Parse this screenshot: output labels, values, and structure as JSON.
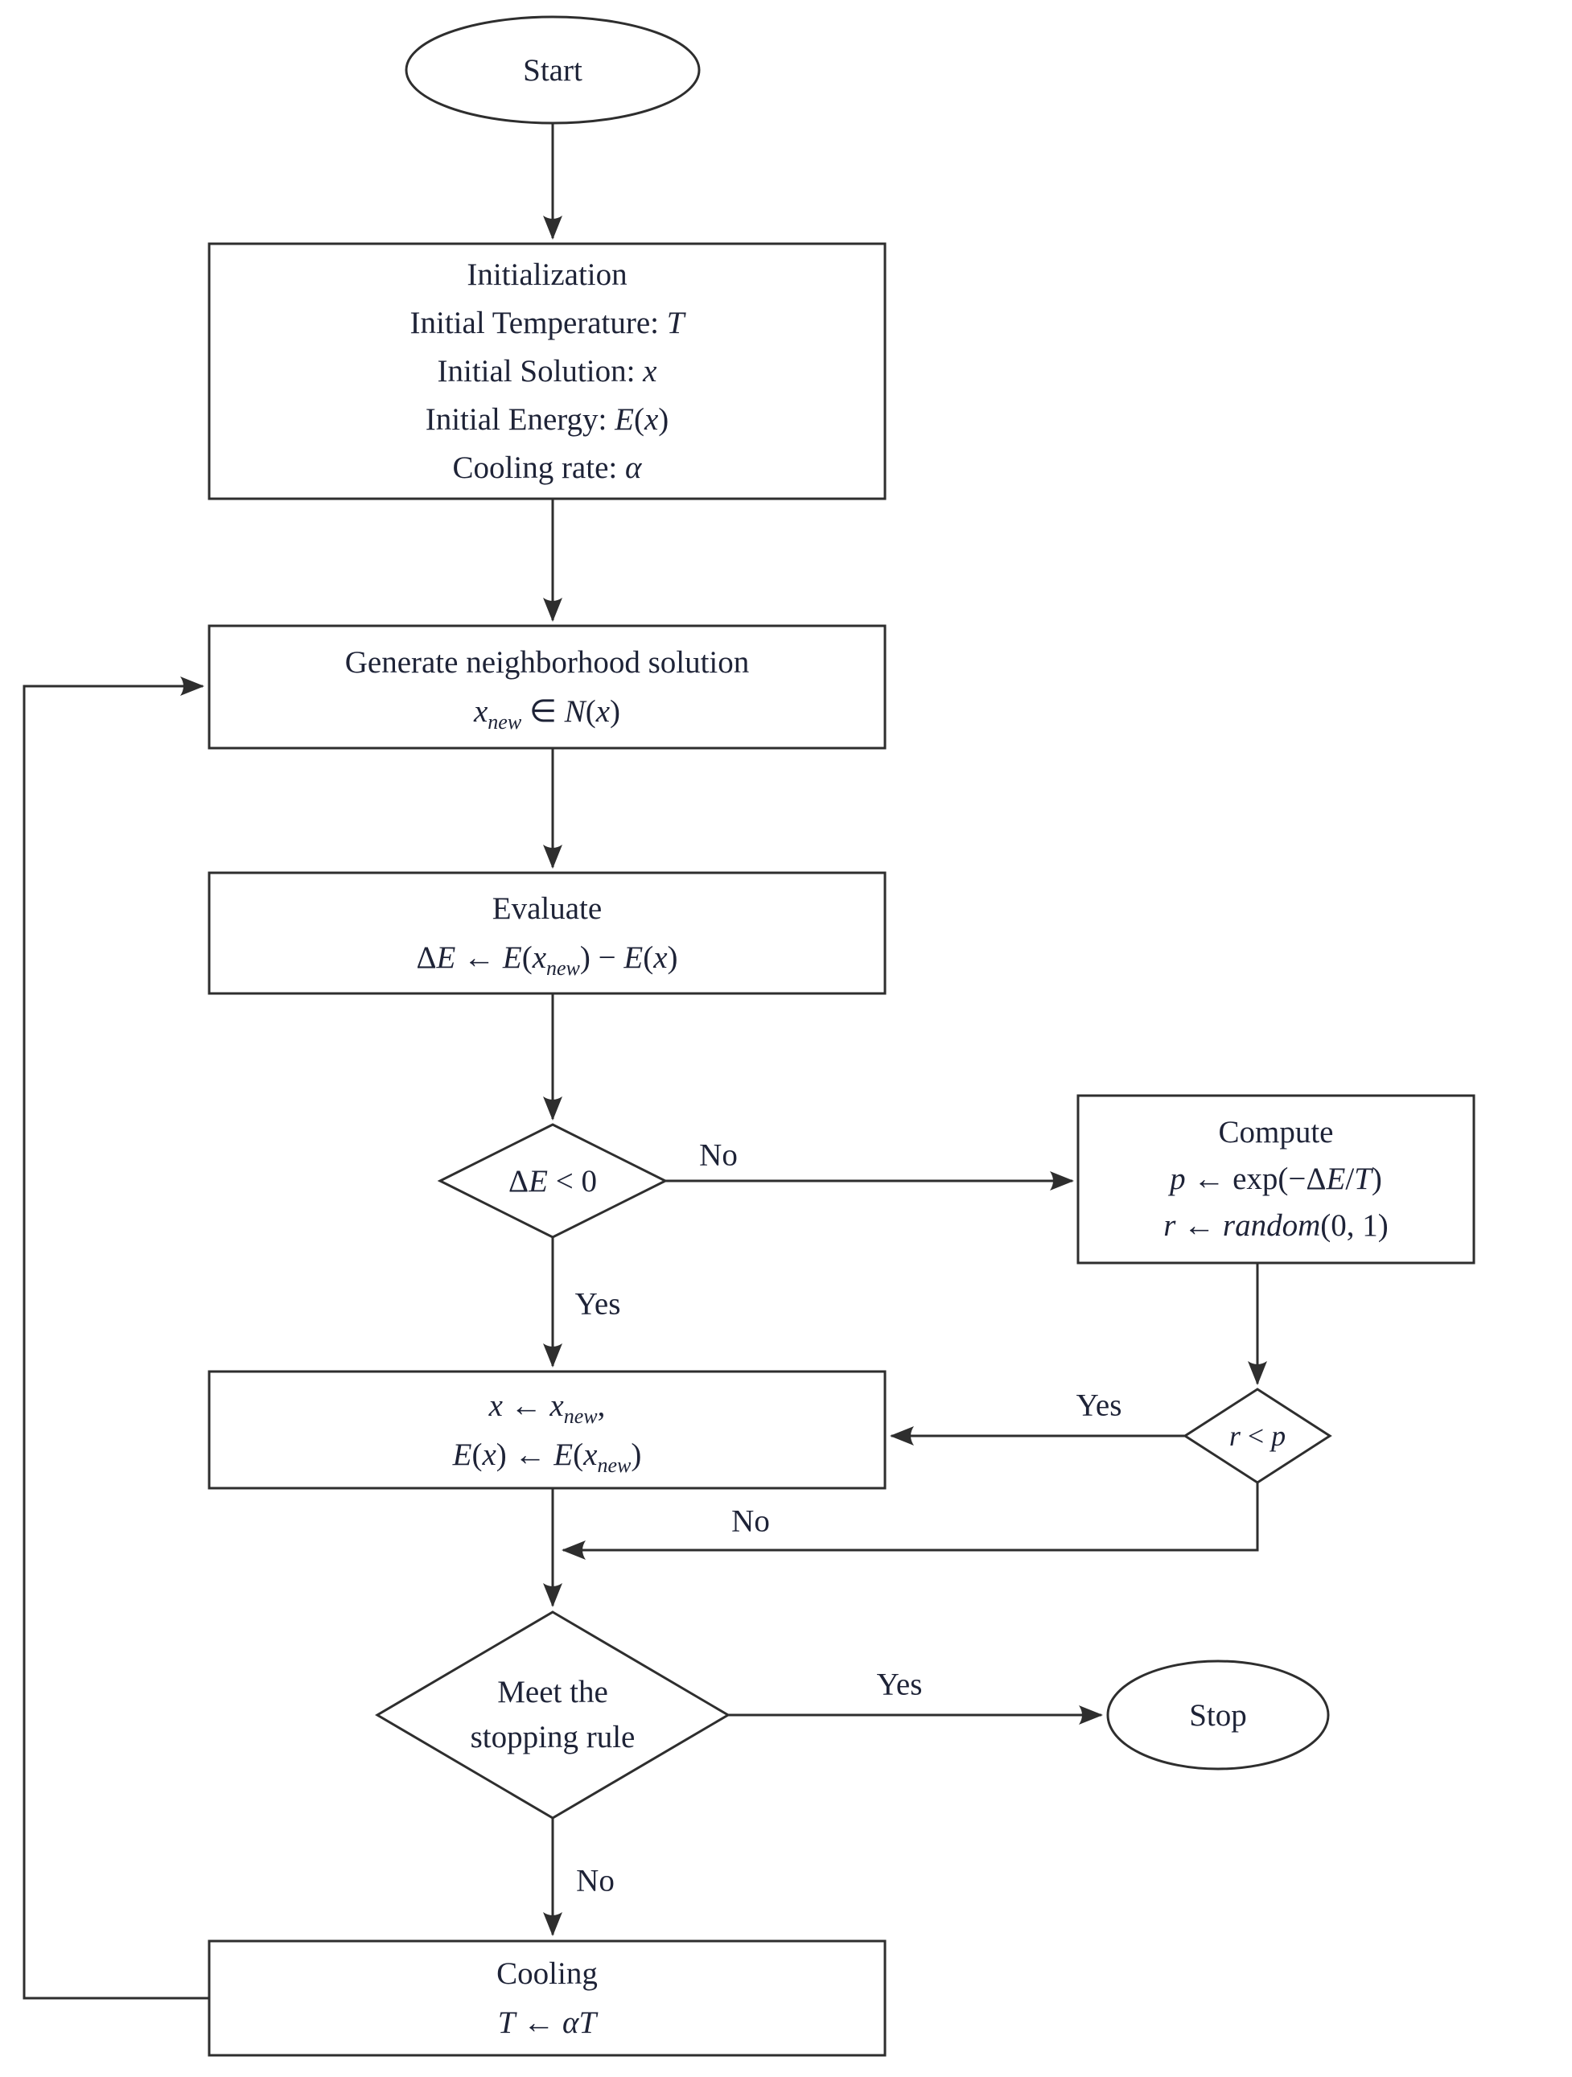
{
  "colors": {
    "line": "#2e2e2e",
    "text": "#1e2337",
    "background": "#ffffff",
    "node_fill": "#ffffff"
  },
  "nodes": {
    "start": {
      "shape": "ellipse",
      "lines": [
        [
          {
            "t": "Start"
          }
        ]
      ]
    },
    "init": {
      "shape": "process",
      "lines": [
        [
          {
            "t": "Initialization"
          }
        ],
        [
          {
            "t": "Initial Temperature: "
          },
          {
            "t": "T",
            "i": 1
          }
        ],
        [
          {
            "t": "Initial Solution: "
          },
          {
            "t": "x",
            "i": 1
          }
        ],
        [
          {
            "t": "Initial Energy: "
          },
          {
            "t": "E",
            "i": 1
          },
          {
            "t": "("
          },
          {
            "t": "x",
            "i": 1
          },
          {
            "t": ")"
          }
        ],
        [
          {
            "t": "Cooling rate: "
          },
          {
            "t": "α",
            "i": 1
          }
        ]
      ]
    },
    "generate": {
      "shape": "process",
      "lines": [
        [
          {
            "t": "Generate neighborhood solution"
          }
        ],
        [
          {
            "t": "x",
            "i": 1
          },
          {
            "t": "new",
            "i": 1,
            "sub": 1
          },
          {
            "t": " ∈ "
          },
          {
            "t": "N",
            "i": 1
          },
          {
            "t": "("
          },
          {
            "t": "x",
            "i": 1
          },
          {
            "t": ")"
          }
        ]
      ]
    },
    "evaluate": {
      "shape": "process",
      "lines": [
        [
          {
            "t": "Evaluate"
          }
        ],
        [
          {
            "t": "Δ"
          },
          {
            "t": "E",
            "i": 1
          },
          {
            "t": " ← "
          },
          {
            "t": "E",
            "i": 1
          },
          {
            "t": "("
          },
          {
            "t": "x",
            "i": 1
          },
          {
            "t": "new",
            "i": 1,
            "sub": 1
          },
          {
            "t": ") − "
          },
          {
            "t": "E",
            "i": 1
          },
          {
            "t": "("
          },
          {
            "t": "x",
            "i": 1
          },
          {
            "t": ")"
          }
        ]
      ]
    },
    "delta_decision": {
      "shape": "decision",
      "lines": [
        [
          {
            "t": "Δ"
          },
          {
            "t": "E",
            "i": 1
          },
          {
            "t": " < 0"
          }
        ]
      ]
    },
    "compute": {
      "shape": "process",
      "lines": [
        [
          {
            "t": "Compute"
          }
        ],
        [
          {
            "t": "p",
            "i": 1
          },
          {
            "t": " ← exp(−Δ"
          },
          {
            "t": "E",
            "i": 1
          },
          {
            "t": "/"
          },
          {
            "t": "T",
            "i": 1
          },
          {
            "t": ")"
          }
        ],
        [
          {
            "t": "r",
            "i": 1
          },
          {
            "t": " ← "
          },
          {
            "t": "random",
            "i": 1
          },
          {
            "t": "(0, 1)"
          }
        ]
      ]
    },
    "accept": {
      "shape": "process",
      "lines": [
        [
          {
            "t": "x",
            "i": 1
          },
          {
            "t": " ← "
          },
          {
            "t": "x",
            "i": 1
          },
          {
            "t": "new",
            "i": 1,
            "sub": 1
          },
          {
            "t": ","
          }
        ],
        [
          {
            "t": "E",
            "i": 1
          },
          {
            "t": "("
          },
          {
            "t": "x",
            "i": 1
          },
          {
            "t": ") ← "
          },
          {
            "t": "E",
            "i": 1
          },
          {
            "t": "("
          },
          {
            "t": "x",
            "i": 1
          },
          {
            "t": "new",
            "i": 1,
            "sub": 1
          },
          {
            "t": ")"
          }
        ]
      ]
    },
    "rp_decision": {
      "shape": "decision",
      "lines": [
        [
          {
            "t": "r",
            "i": 1
          },
          {
            "t": " < "
          },
          {
            "t": "p",
            "i": 1
          }
        ]
      ]
    },
    "stopping_decision": {
      "shape": "decision",
      "lines": [
        [
          {
            "t": "Meet the"
          }
        ],
        [
          {
            "t": "stopping rule"
          }
        ]
      ]
    },
    "stop": {
      "shape": "ellipse",
      "lines": [
        [
          {
            "t": "Stop"
          }
        ]
      ]
    },
    "cooling": {
      "shape": "process",
      "lines": [
        [
          {
            "t": "Cooling"
          }
        ],
        [
          {
            "t": "T",
            "i": 1
          },
          {
            "t": " ← "
          },
          {
            "t": "α",
            "i": 1
          },
          {
            "t": "T",
            "i": 1
          }
        ]
      ]
    }
  },
  "edge_labels": {
    "delta_no": "No",
    "delta_yes": "Yes",
    "rp_yes": "Yes",
    "rp_no": "No",
    "stopping_yes": "Yes",
    "stopping_no": "No"
  }
}
